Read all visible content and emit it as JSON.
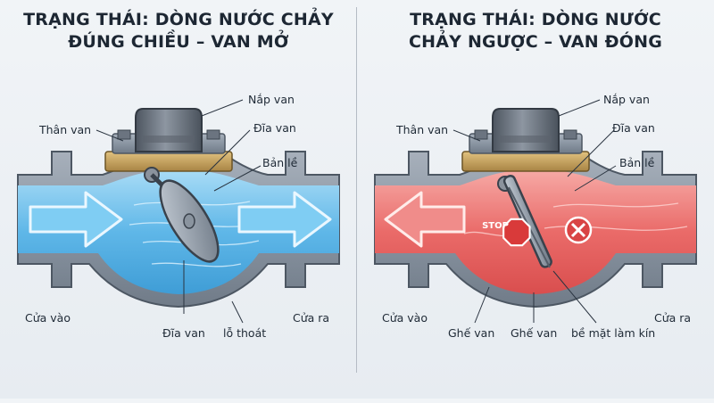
{
  "panels": {
    "left": {
      "title_line1": "TRẠNG THÁI: DÒNG NƯỚC CHẢY",
      "title_line2": "ĐÚNG CHIỀU – VAN MỞ",
      "labels": {
        "cap": "Nắp van",
        "body": "Thân van",
        "disc_top": "Đĩa van",
        "hinge": "Bản lề",
        "inlet": "Cửa vào",
        "outlet": "Cửa ra",
        "disc_bottom": "Đĩa van",
        "drain": "lỗ thoát"
      }
    },
    "right": {
      "title_line1": "TRẠNG THÁI: DÒNG NƯỚC",
      "title_line2": "CHẢY NGƯỢC – VAN ĐÓNG",
      "labels": {
        "cap": "Nắp van",
        "body": "Thân van",
        "disc_top": "Đĩa van",
        "hinge": "Bản lề",
        "inlet": "Cửa vào",
        "outlet": "Cửa ra",
        "seat1": "Ghế van",
        "seat2": "Ghế van",
        "seal": "bề mặt làm kín"
      },
      "stop_sign": "STOP"
    }
  },
  "colors": {
    "forward_flow": "#6cc0ec",
    "reverse_flow": "#ec6e6e",
    "body_metal": "#8e99a6",
    "brass": "#c7a25b"
  }
}
